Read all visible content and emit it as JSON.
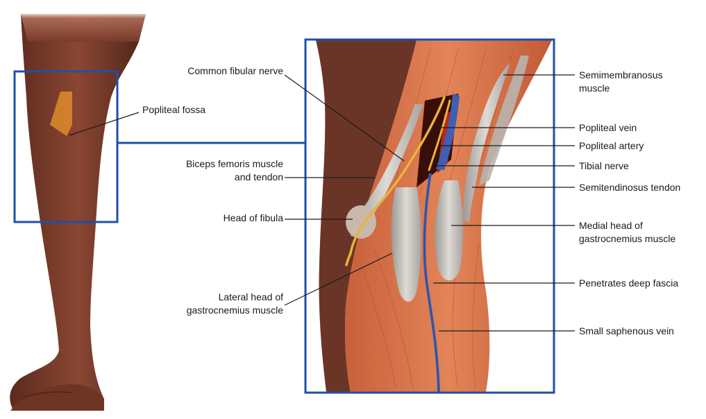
{
  "diagram": {
    "labels": {
      "popliteal_fossa": "Popliteal fossa",
      "common_fibular_nerve": "Common fibular nerve",
      "biceps_line1": "Biceps femoris muscle",
      "biceps_line2": "and tendon",
      "head_of_fibula": "Head of fibula",
      "lateral_head_line1": "Lateral head of",
      "lateral_head_line2": "gastrocnemius muscle",
      "semimembranosus_line1": "Semimembranosus",
      "semimembranosus_line2": "muscle",
      "popliteal_vein": "Popliteal vein",
      "popliteal_artery": "Popliteal artery",
      "tibial_nerve": "Tibial nerve",
      "semitendinosus_tendon": "Semitendinosus tendon",
      "medial_head_line1": "Medial head of",
      "medial_head_line2": "gastrocnemius muscle",
      "penetrates_deep_fascia": "Penetrates deep fascia",
      "small_saphenous_vein": "Small saphenous vein"
    },
    "colors": {
      "frame_blue": "#1f4fa8",
      "skin": "#7a3a2a",
      "muscle": "#d9744a",
      "tendon": "#c9c4c0",
      "nerve": "#e8b43a",
      "vein": "#3f5fb0",
      "artery": "#b8281c"
    }
  }
}
